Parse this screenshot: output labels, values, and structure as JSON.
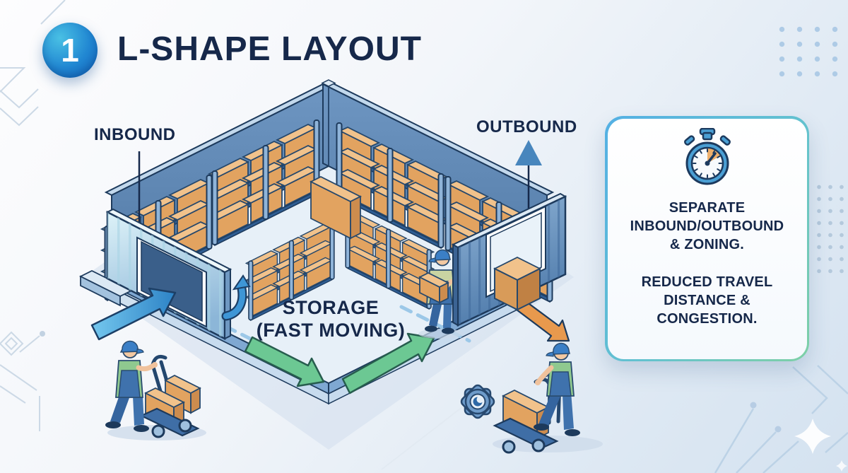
{
  "header": {
    "step_number": "1",
    "title": "L-SHAPE LAYOUT"
  },
  "diagram": {
    "inbound_label": "INBOUND",
    "outbound_label": "OUTBOUND",
    "storage_label": "STORAGE\n(FAST MOVING)"
  },
  "panel": {
    "icon": "stopwatch-icon",
    "line1": "SEPARATE\nINBOUND/OUTBOUND\n& ZONING.",
    "line2": "REDUCED TRAVEL\nDISTANCE &\nCONGESTION."
  },
  "icons": {
    "benefit": "stopwatch-icon",
    "process": "gear-icon",
    "decorations": [
      "dot-grid",
      "circuit-lines",
      "sparkle"
    ]
  },
  "colors": {
    "title_text": "#16284a",
    "badge_gradient": [
      "#49c0e4",
      "#1261ba"
    ],
    "wall_light": "#bfe0ee",
    "wall_dark": "#5d86b6",
    "floor": "#e7f0f8",
    "box": "#e2a360",
    "arrow_inbound_blue": "#3f9bd8",
    "arrow_flow_green": "#6cc893",
    "arrow_outbound_orange": "#e8994d",
    "dashed_zone": "#9cc8e8",
    "panel_border_gradient": [
      "#54b0e4",
      "#7ed0a6"
    ],
    "stopwatch_body": "#4a9fd4",
    "stopwatch_wedge": "#eeb06c"
  }
}
